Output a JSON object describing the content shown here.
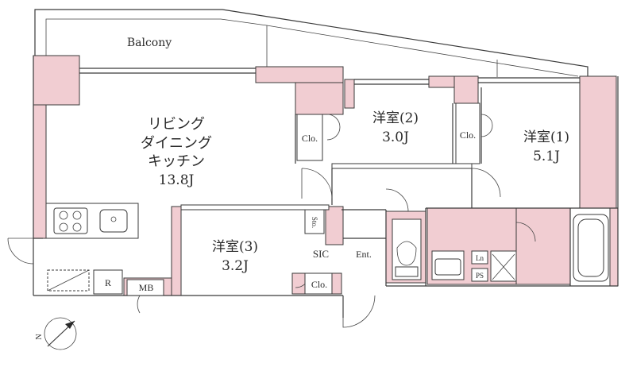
{
  "plan": {
    "balcony": "Balcony",
    "living": {
      "line1": "リビング",
      "line2": "ダイニング",
      "line3": "キッチン",
      "area": "13.8J"
    },
    "room1": {
      "name": "洋室(1)",
      "area": "5.1J"
    },
    "room2": {
      "name": "洋室(2)",
      "area": "3.0J"
    },
    "room3": {
      "name": "洋室(3)",
      "area": "3.2J"
    },
    "closet_label": "Clo.",
    "shoe_storage_label": "Sto.",
    "sic_label": "SIC",
    "entrance_label": "Ent.",
    "mb_label": "MB",
    "fridge_label": "R",
    "laundry_label": "Ln",
    "ps_label": "PS",
    "north_label": "N"
  },
  "colors": {
    "wall_fill": "#f1cdd2",
    "line": "#3a3a3a",
    "background": "#ffffff"
  }
}
